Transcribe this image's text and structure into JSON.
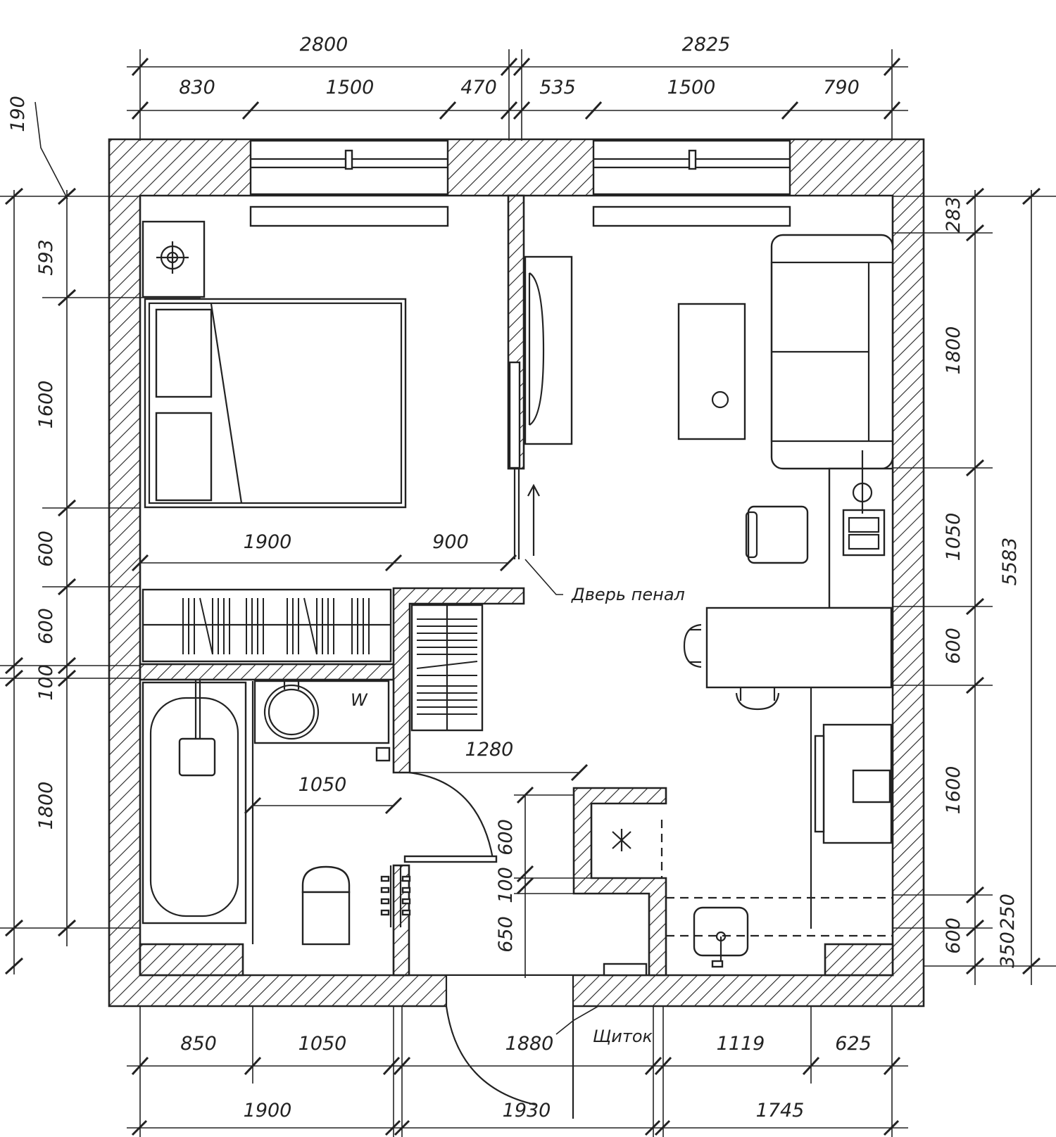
{
  "dimensions": {
    "top_overall": [
      "2800",
      "2825"
    ],
    "top_segments": [
      "830",
      "1500",
      "470",
      "535",
      "1500",
      "790"
    ],
    "bottom_segments": [
      "850",
      "1050",
      "1880",
      "1119",
      "625"
    ],
    "bottom_overall": [
      "1900",
      "1930",
      "1745"
    ],
    "left_segments": [
      "593",
      "1600",
      "600",
      "600",
      "100",
      "1800"
    ],
    "left_small": "190",
    "right_segments": [
      "283",
      "1800",
      "1050",
      "600",
      "1600",
      "250",
      "600",
      "350"
    ],
    "right_overall": "5583",
    "interior": {
      "bedroom_bed": "1900",
      "bedroom_side": "900",
      "hall_wardrobe": "1280",
      "bath_width": "1050",
      "entry_600": "600",
      "entry_100": "100",
      "entry_650": "650"
    }
  },
  "notes": {
    "sliding_door": "Дверь пенал",
    "panel": "Щиток",
    "washer": "W"
  }
}
